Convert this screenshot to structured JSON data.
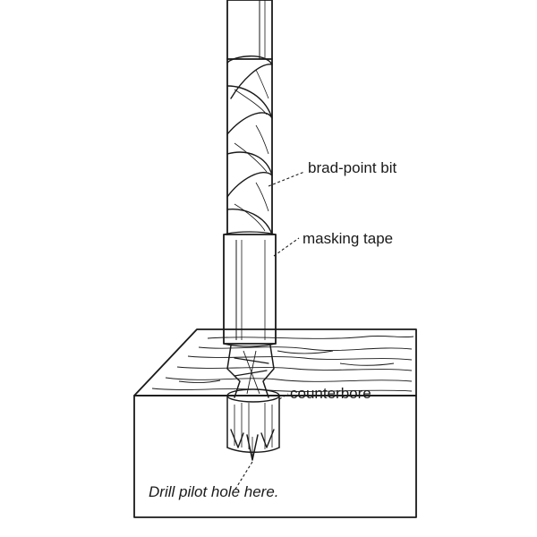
{
  "labels": {
    "brad_point_bit": "brad-point bit",
    "masking_tape": "masking tape",
    "counterbore": "counterbore",
    "pilot_hole": "Drill pilot hole here."
  }
}
